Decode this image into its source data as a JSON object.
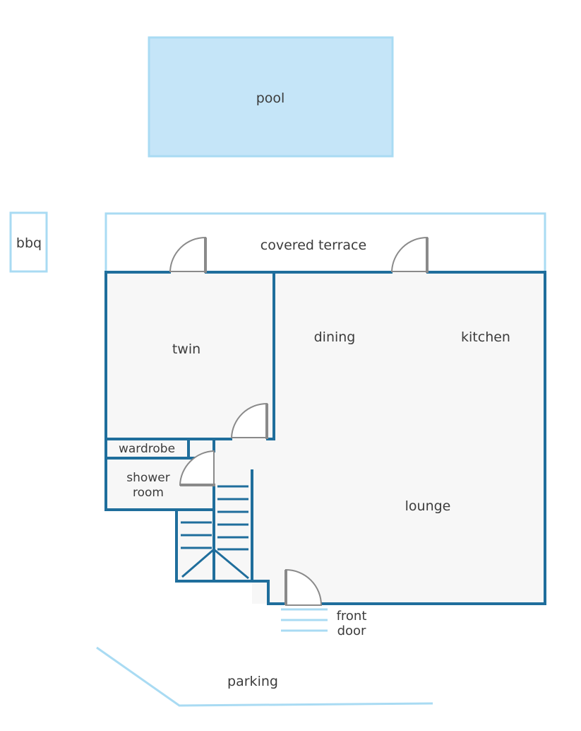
{
  "labels": {
    "pool": "pool",
    "bbq": "bbq",
    "covered_terrace": "covered terrace",
    "twin": "twin",
    "dining": "dining",
    "kitchen": "kitchen",
    "wardrobe": "wardrobe",
    "shower_room_line1": "shower",
    "shower_room_line2": "room",
    "lounge": "lounge",
    "front_door_line1": "front",
    "front_door_line2": "door",
    "parking": "parking"
  },
  "colors": {
    "wall": "#1f6e9c",
    "pool_fill": "#c5e5f8",
    "outdoor_outline": "#a9dbf3",
    "floor": "#f7f7f7",
    "door": "#8a8a8a",
    "label": "#3c3c3c"
  }
}
